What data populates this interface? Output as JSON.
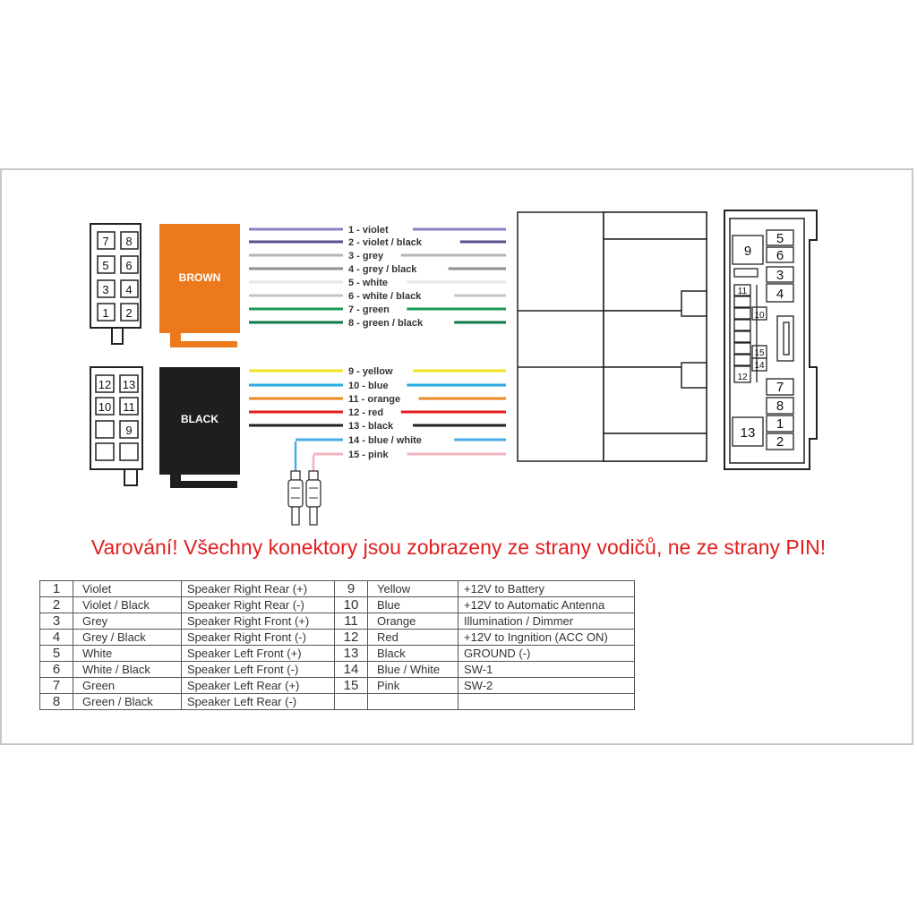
{
  "connectors": {
    "brown": {
      "label": "BROWN",
      "color": "#ec7a1c",
      "pin_grid": [
        [
          "7",
          "8"
        ],
        [
          "5",
          "6"
        ],
        [
          "3",
          "4"
        ],
        [
          "1",
          "2"
        ]
      ]
    },
    "black": {
      "label": "BLACK",
      "color": "#1e1e1e",
      "pin_grid": [
        [
          "12",
          "13"
        ],
        [
          "10",
          "11"
        ],
        [
          "",
          "9"
        ],
        [
          "",
          ""
        ]
      ]
    }
  },
  "wires": [
    {
      "label": "1 - violet",
      "color": "#8b80c4"
    },
    {
      "label": "2 - violet / black",
      "color": "#5b4e8c"
    },
    {
      "label": "3 - grey",
      "color": "#b5b5b5"
    },
    {
      "label": "4 - grey / black",
      "color": "#8e8e8e"
    },
    {
      "label": "5 - white",
      "color": "#e6e6e6"
    },
    {
      "label": "6 - white / black",
      "color": "#c4c4c4"
    },
    {
      "label": "7 - green",
      "color": "#1a9a55"
    },
    {
      "label": "8 - green / black",
      "color": "#0d7a45"
    },
    {
      "label": "9 - yellow",
      "color": "#f2e41c"
    },
    {
      "label": "10 - blue",
      "color": "#2aa8e0"
    },
    {
      "label": "11 - orange",
      "color": "#ef8a22"
    },
    {
      "label": "12 - red",
      "color": "#e32020"
    },
    {
      "label": "13 - black",
      "color": "#222222"
    },
    {
      "label": "14 - blue / white",
      "color": "#4aaee6"
    },
    {
      "label": "15 - pink",
      "color": "#f2b4c0"
    }
  ],
  "car_connector": {
    "pins": [
      "9",
      "5",
      "6",
      "3",
      "4",
      "11",
      "10",
      "15",
      "14",
      "12",
      "7",
      "8",
      "13",
      "1",
      "2"
    ]
  },
  "warning": "Varování! Všechny konektory jsou zobrazeny ze strany vodičů, ne ze strany PIN!",
  "pin_table": {
    "rows": [
      {
        "num": "1",
        "color": "Violet",
        "func": "Speaker Right Rear (+)",
        "num2": "9",
        "color2": "Yellow",
        "func2": "+12V to Battery"
      },
      {
        "num": "2",
        "color": "Violet / Black",
        "func": "Speaker Right Rear (-)",
        "num2": "10",
        "color2": "Blue",
        "func2": "+12V to Automatic Antenna"
      },
      {
        "num": "3",
        "color": "Grey",
        "func": "Speaker Right Front (+)",
        "num2": "11",
        "color2": "Orange",
        "func2": "Illumination / Dimmer"
      },
      {
        "num": "4",
        "color": "Grey / Black",
        "func": "Speaker Right Front (-)",
        "num2": "12",
        "color2": "Red",
        "func2": "+12V to Ingnition (ACC ON)"
      },
      {
        "num": "5",
        "color": "White",
        "func": "Speaker Left Front (+)",
        "num2": "13",
        "color2": "Black",
        "func2": "GROUND (-)"
      },
      {
        "num": "6",
        "color": "White / Black",
        "func": "Speaker Left Front (-)",
        "num2": "14",
        "color2": "Blue / White",
        "func2": "SW-1"
      },
      {
        "num": "7",
        "color": "Green",
        "func": "Speaker Left Rear (+)",
        "num2": "15",
        "color2": "Pink",
        "func2": "SW-2"
      },
      {
        "num": "8",
        "color": "Green / Black",
        "func": "Speaker Left Rear (-)",
        "num2": "",
        "color2": "",
        "func2": ""
      }
    ]
  }
}
